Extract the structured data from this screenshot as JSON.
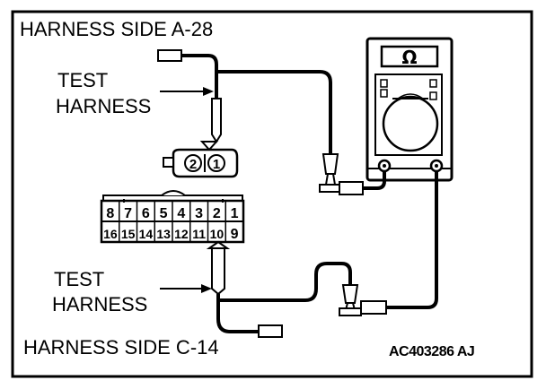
{
  "labels": {
    "harness_side_top": "HARNESS SIDE A-28",
    "test_harness_top_line1": "TEST",
    "test_harness_top_line2": "HARNESS",
    "test_harness_bottom_line1": "TEST",
    "test_harness_bottom_line2": "HARNESS",
    "harness_side_bottom": "HARNESS SIDE C-14",
    "figure_code": "AC403286 AJ"
  },
  "meter": {
    "unit_symbol": "Ω"
  },
  "connector_a28": {
    "pins": [
      "2",
      "1"
    ]
  },
  "connector_c14": {
    "top_row": [
      "8",
      "7",
      "6",
      "5",
      "4",
      "3",
      "2",
      "1"
    ],
    "bottom_row": [
      "16",
      "15",
      "14",
      "13",
      "12",
      "11",
      "10",
      "9"
    ]
  }
}
